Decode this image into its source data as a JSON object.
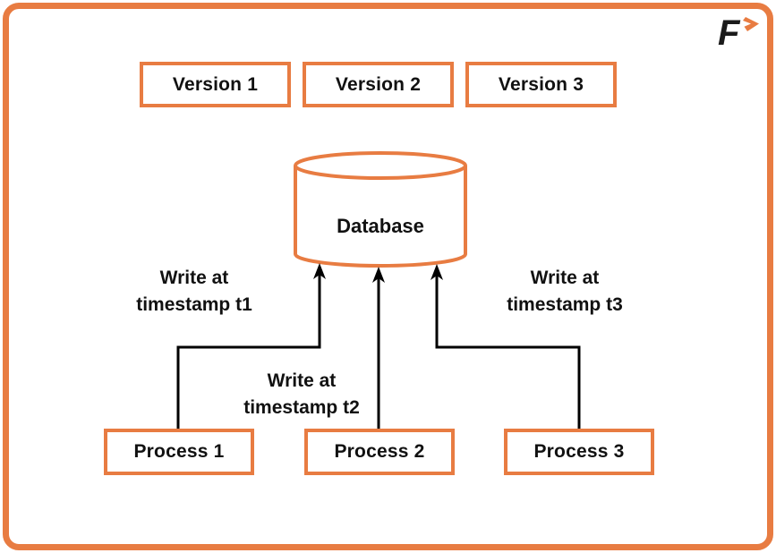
{
  "page": {
    "background": "#ffffff",
    "accent_orange": "#E87C42",
    "line_color": "#000000",
    "text_color": "#111111"
  },
  "logo": {
    "letter": "F",
    "chevron": "chevron-right"
  },
  "versions": [
    {
      "label": "Version 1"
    },
    {
      "label": "Version 2"
    },
    {
      "label": "Version 3"
    }
  ],
  "database": {
    "label": "Database"
  },
  "writes": [
    {
      "line1": "Write at",
      "line2": "timestamp t1"
    },
    {
      "line1": "Write at",
      "line2": "timestamp t2"
    },
    {
      "line1": "Write at",
      "line2": "timestamp t3"
    }
  ],
  "processes": [
    {
      "label": "Process 1"
    },
    {
      "label": "Process 2"
    },
    {
      "label": "Process 3"
    }
  ]
}
